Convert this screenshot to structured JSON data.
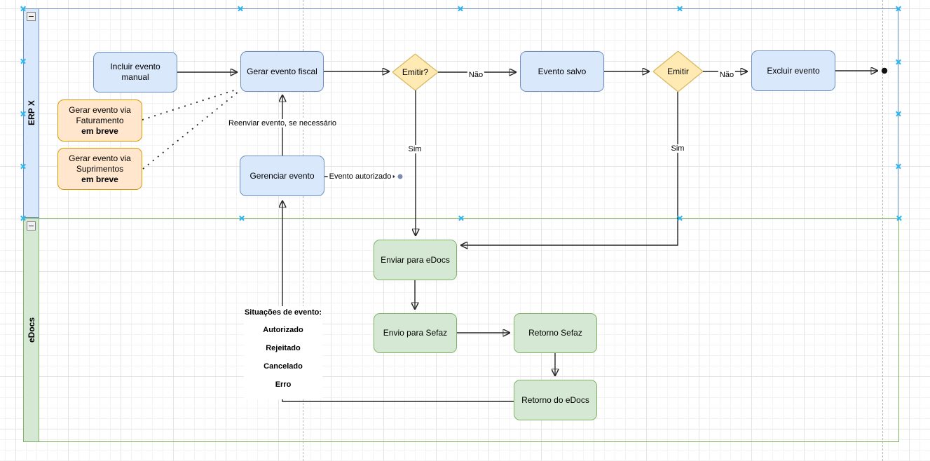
{
  "lanes": {
    "erp": {
      "label": "ERP X"
    },
    "edocs": {
      "label": "eDocs"
    }
  },
  "nodes": {
    "incluir_evento_manual": {
      "label": "Incluir evento manual"
    },
    "gerar_evento_fiscal": {
      "label": "Gerar evento fiscal"
    },
    "emitir_q1": {
      "label": "Emitir?"
    },
    "evento_salvo": {
      "label": "Evento salvo"
    },
    "emitir_q2": {
      "label": "Emitir"
    },
    "excluir_evento": {
      "label": "Excluir evento"
    },
    "gerar_via_faturamento": {
      "label": "Gerar evento via Faturamento",
      "sublabel": "em breve"
    },
    "gerar_via_suprimentos": {
      "label": "Gerar evento via Suprimentos",
      "sublabel": "em breve"
    },
    "gerenciar_evento": {
      "label": "Gerenciar evento"
    },
    "enviar_para_edocs": {
      "label": "Enviar para eDocs"
    },
    "envio_para_sefaz": {
      "label": "Envio para Sefaz"
    },
    "retorno_sefaz": {
      "label": "Retorno Sefaz"
    },
    "retorno_do_edocs": {
      "label": "Retorno do eDocs"
    }
  },
  "edge_labels": {
    "nao_1": "Não",
    "nao_2": "Não",
    "sim_1": "Sim",
    "sim_2": "Sim",
    "evento_autorizado": "Evento autorizado",
    "reenviar": "Reenviar evento, se necessário"
  },
  "legend": {
    "title": "Situações de evento:",
    "items": [
      "Autorizado",
      "Rejeitado",
      "Cancelado",
      "Erro"
    ]
  },
  "colors": {
    "process_fill": "#dae8fc",
    "process_stroke": "#6c8ebf",
    "pending_fill": "#ffe6cc",
    "pending_stroke": "#d79b00",
    "decision_fill": "#ffeab3",
    "decision_stroke": "#d8b964",
    "edocs_fill": "#d5e8d4",
    "edocs_stroke": "#82b366",
    "selection_handle": "#29b6f2"
  }
}
